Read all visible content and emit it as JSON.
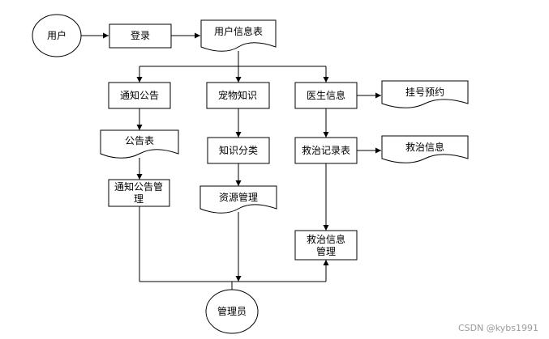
{
  "nodes": {
    "user": "用户",
    "login": "登录",
    "user_table": "用户信息表",
    "notice": "通知公告",
    "pet_knowledge": "宠物知识",
    "doctor_info": "医生信息",
    "appointment": "挂号预约",
    "notice_table": "公告表",
    "knowledge_category": "知识分类",
    "rescue_record_table": "救治记录表",
    "rescue_info": "救治信息",
    "notice_mgmt_line1": "通知公告管",
    "notice_mgmt_line2": "理",
    "resource_mgmt": "资源管理",
    "rescue_mgmt_line1": "救治信息",
    "rescue_mgmt_line2": "管理",
    "admin": "管理员"
  },
  "watermark": "CSDN @kybs1991"
}
